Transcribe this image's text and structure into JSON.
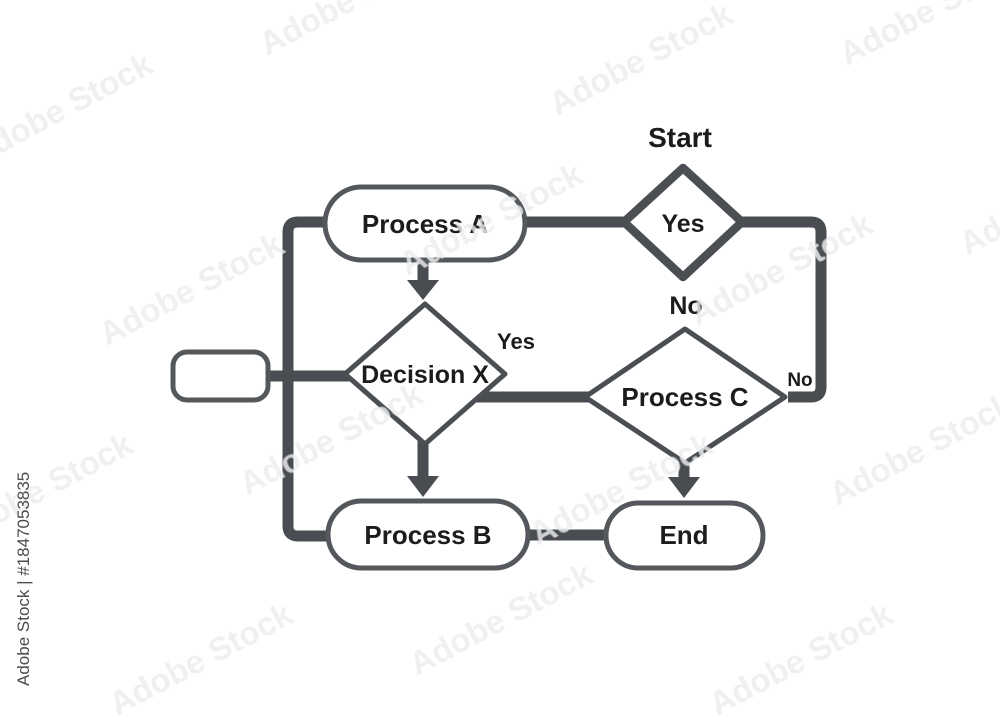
{
  "flowchart": {
    "labels": {
      "start": "Start",
      "no_after_start": "No",
      "yes_branch": "Yes",
      "no_branch": "No"
    },
    "nodes": {
      "process_a": {
        "type": "stadium",
        "label": "Process A"
      },
      "start_decision": {
        "type": "diamond",
        "label": "Yes"
      },
      "decision_x": {
        "type": "diamond",
        "label": "Decision X"
      },
      "process_c": {
        "type": "diamond",
        "label": "Process C"
      },
      "process_b": {
        "type": "stadium",
        "label": "Process B"
      },
      "end": {
        "type": "stadium",
        "label": "End"
      },
      "left_terminal": {
        "type": "rounded-rect",
        "label": ""
      }
    },
    "edges": [
      {
        "from": "process_a",
        "to": "start_decision",
        "style": "line",
        "label": ""
      },
      {
        "from": "start_decision",
        "to": "process_c",
        "style": "line",
        "label": "No"
      },
      {
        "from": "process_a",
        "to": "decision_x",
        "style": "arrow",
        "label": ""
      },
      {
        "from": "left_terminal",
        "to": "decision_x",
        "style": "line",
        "label": ""
      },
      {
        "from": "decision_x",
        "to": "process_c",
        "style": "line",
        "label": "Yes"
      },
      {
        "from": "decision_x",
        "to": "process_b",
        "style": "arrow",
        "label": ""
      },
      {
        "from": "process_c",
        "to": "end",
        "style": "arrow",
        "label": ""
      },
      {
        "from": "process_b",
        "to": "end",
        "style": "line",
        "label": ""
      },
      {
        "from": "process_a",
        "to": "process_b",
        "style": "line",
        "label": ""
      }
    ],
    "colors": {
      "connector": "#494c51",
      "shape_border": "#54575b",
      "text": "#1c1c1e",
      "background": "#ffffff"
    }
  },
  "watermark": {
    "tile_text": "Adobe Stock",
    "side_text": "Adobe Stock | #1847053835"
  }
}
